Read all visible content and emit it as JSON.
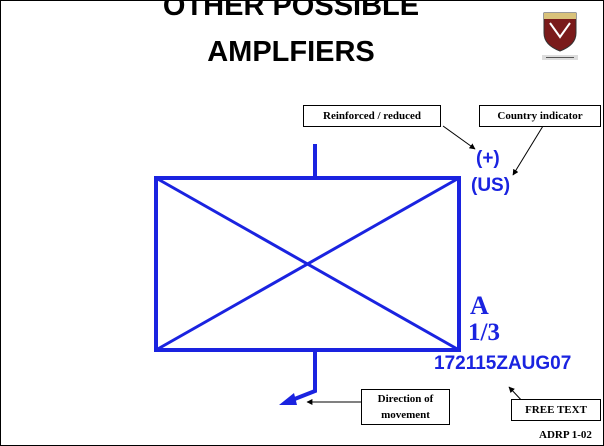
{
  "title": {
    "line1": "OTHER POSSIBLE",
    "line2": "AMPLFIERS"
  },
  "callouts": {
    "reinforced": "Reinforced / reduced",
    "country": "Country indicator",
    "direction_line1": "Direction of",
    "direction_line2": "movement",
    "free_text": "FREE TEXT"
  },
  "amplifiers": {
    "reinforced_value": "(+)",
    "country_value": "(US)",
    "unit_letter": "A",
    "unit_echelon": "1/3",
    "dtg": "172115ZAUG07"
  },
  "reference": "ADRP 1-02",
  "colors": {
    "symbol": "#1a23e0",
    "text": "#000000"
  },
  "icons": {
    "logo": "army-crest-logo"
  }
}
